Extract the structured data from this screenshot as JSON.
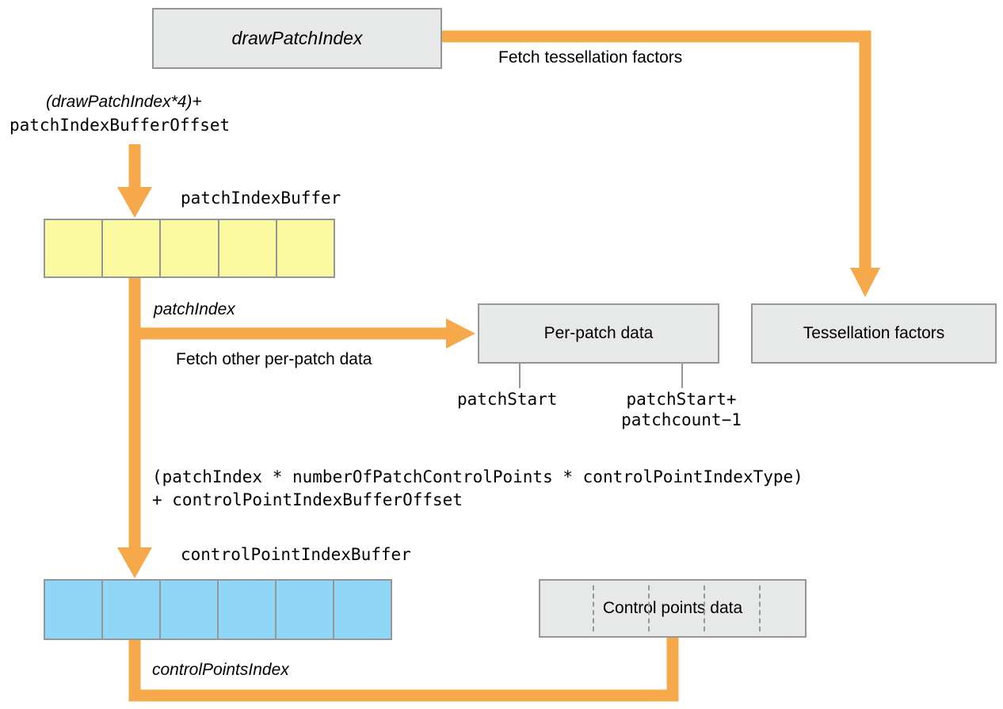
{
  "diagram": {
    "title": "Tessellation patch index and control point buffer data flow",
    "colors": {
      "arrow": "#f6a94a",
      "box_fill": "#e7e8e8",
      "box_stroke": "#949698",
      "patch_index_buffer_fill": "#fcfaa0",
      "control_point_index_buffer_fill": "#90d7f7",
      "text": "#000000",
      "background": "#ffffff"
    }
  },
  "nodes": {
    "draw_patch_index": {
      "label": "drawPatchIndex",
      "style": "italic"
    },
    "per_patch_data": {
      "label": "Per-patch data"
    },
    "tessellation_factors": {
      "label": "Tessellation factors"
    },
    "control_points_data": {
      "label": "Control points data",
      "segments": 5
    }
  },
  "buffers": {
    "patch_index_buffer": {
      "label": "patchIndexBuffer",
      "cells": 5,
      "fill": "#fcfaa0"
    },
    "control_point_index_buffer": {
      "label": "controlPointIndexBuffer",
      "cells": 6,
      "fill": "#90d7f7"
    }
  },
  "expressions": {
    "patch_index_offset_line1": "(drawPatchIndex*4)+",
    "patch_index_offset_line2": "patchIndexBufferOffset",
    "control_point_offset_line1": "(patchIndex * numberOfPatchControlPoints * controlPointIndexType)",
    "control_point_offset_line2": "+ controlPointIndexBufferOffset"
  },
  "edge_labels": {
    "fetch_tessellation_factors": "Fetch tessellation factors",
    "patch_index": "patchIndex",
    "fetch_other_per_patch_data": "Fetch other per-patch data",
    "control_points_index": "controlPointsIndex"
  },
  "annotations": {
    "patch_start": "patchStart",
    "patch_end_line1": "patchStart+",
    "patch_end_line2": "patchcount−1"
  }
}
